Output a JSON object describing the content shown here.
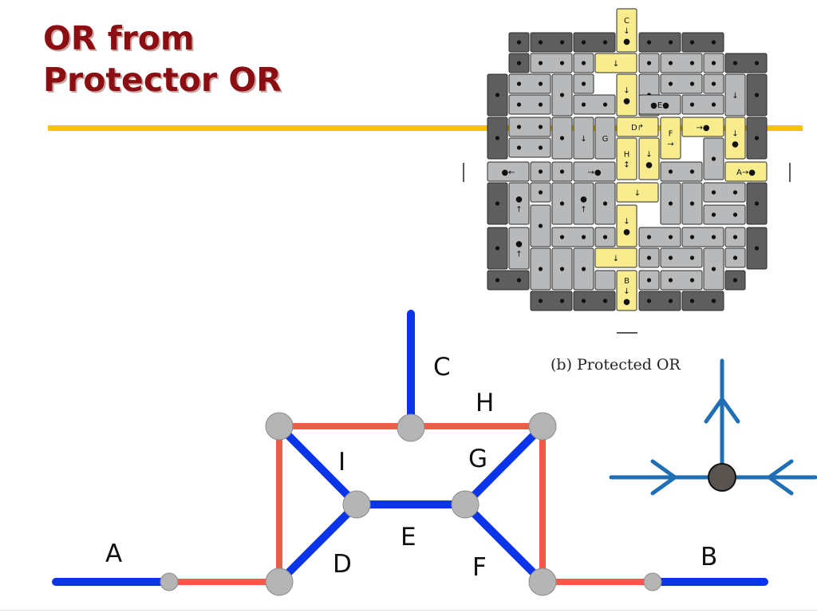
{
  "slide": {
    "title_line1": "OR from",
    "title_line2": "Protector OR"
  },
  "figure": {
    "caption": "(b) Protected OR",
    "tile_labels": [
      "C",
      "D",
      "E",
      "F",
      "G",
      "H",
      "A",
      "B"
    ],
    "arrow_symbols": [
      "↓",
      "↑",
      "→",
      "←",
      "↱",
      "↕"
    ]
  },
  "gadget": {
    "labels": [
      "A",
      "B",
      "C",
      "D",
      "E",
      "F",
      "G",
      "H",
      "I"
    ]
  },
  "colors": {
    "title": "#8b0f12",
    "rule": "#f7c300",
    "blue_edge": "#0a34e8",
    "red_edge": "#f25a4a",
    "node": "#b5b5b5",
    "cross_arrow": "#1f6fb5",
    "cross_node": "#5a5450",
    "block_dark": "#5e5e5e",
    "block_light": "#b8b9bb",
    "block_yellow": "#f8ec8f"
  }
}
